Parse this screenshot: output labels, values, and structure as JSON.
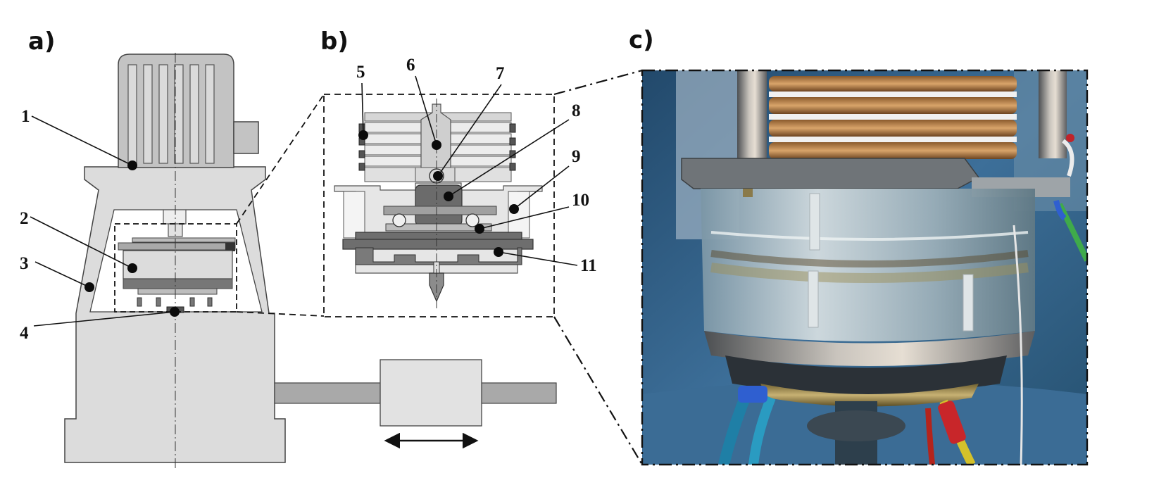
{
  "panels": {
    "a": "a)",
    "b": "b)",
    "c": "c)"
  },
  "callouts": [
    "1",
    "2",
    "3",
    "4",
    "5",
    "6",
    "7",
    "8",
    "9",
    "10",
    "11"
  ],
  "colors": {
    "housing": "#dcdcdc",
    "motor": "#bdbdbd",
    "dark_part": "#6e6e6e",
    "mid_part": "#a9a9a9",
    "photo_bg": "#2f5f86"
  }
}
